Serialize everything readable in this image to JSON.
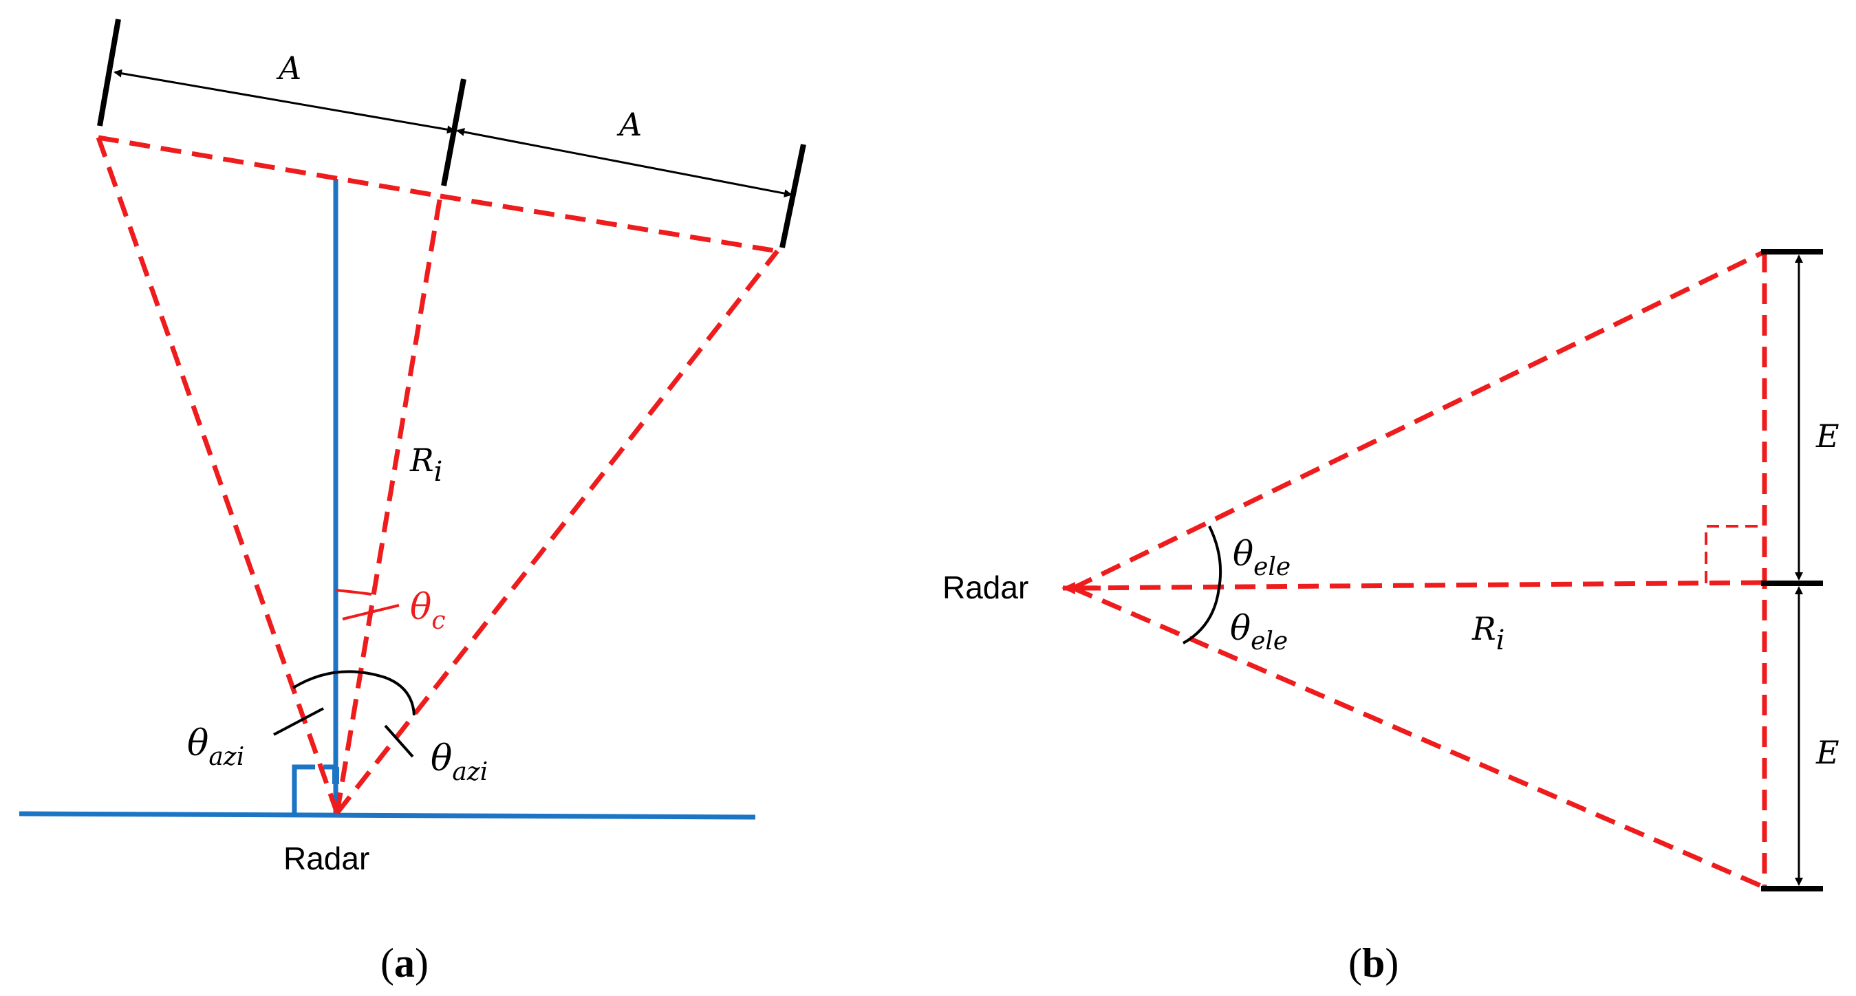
{
  "panel_a": {
    "caption_letter": "a",
    "radar_label": "Radar",
    "dim_a_1": "A",
    "dim_a_2": "A",
    "range_symbol": "R",
    "range_sub": "i",
    "center_angle_symbol": "θ",
    "center_angle_sub": "c",
    "azi_left_symbol": "θ",
    "azi_left_sub": "azi",
    "azi_right_symbol": "θ",
    "azi_right_sub": "azi"
  },
  "panel_b": {
    "caption_letter": "b",
    "radar_label": "Radar",
    "dim_e_top": "E",
    "dim_e_bottom": "E",
    "range_symbol": "R",
    "range_sub": "i",
    "ele_top_symbol": "θ",
    "ele_top_sub": "ele",
    "ele_bottom_symbol": "θ",
    "ele_bottom_sub": "ele"
  },
  "colors": {
    "beam_red": "#ee1c1c",
    "axis_blue": "#1b74c4",
    "ink_black": "#000000"
  }
}
